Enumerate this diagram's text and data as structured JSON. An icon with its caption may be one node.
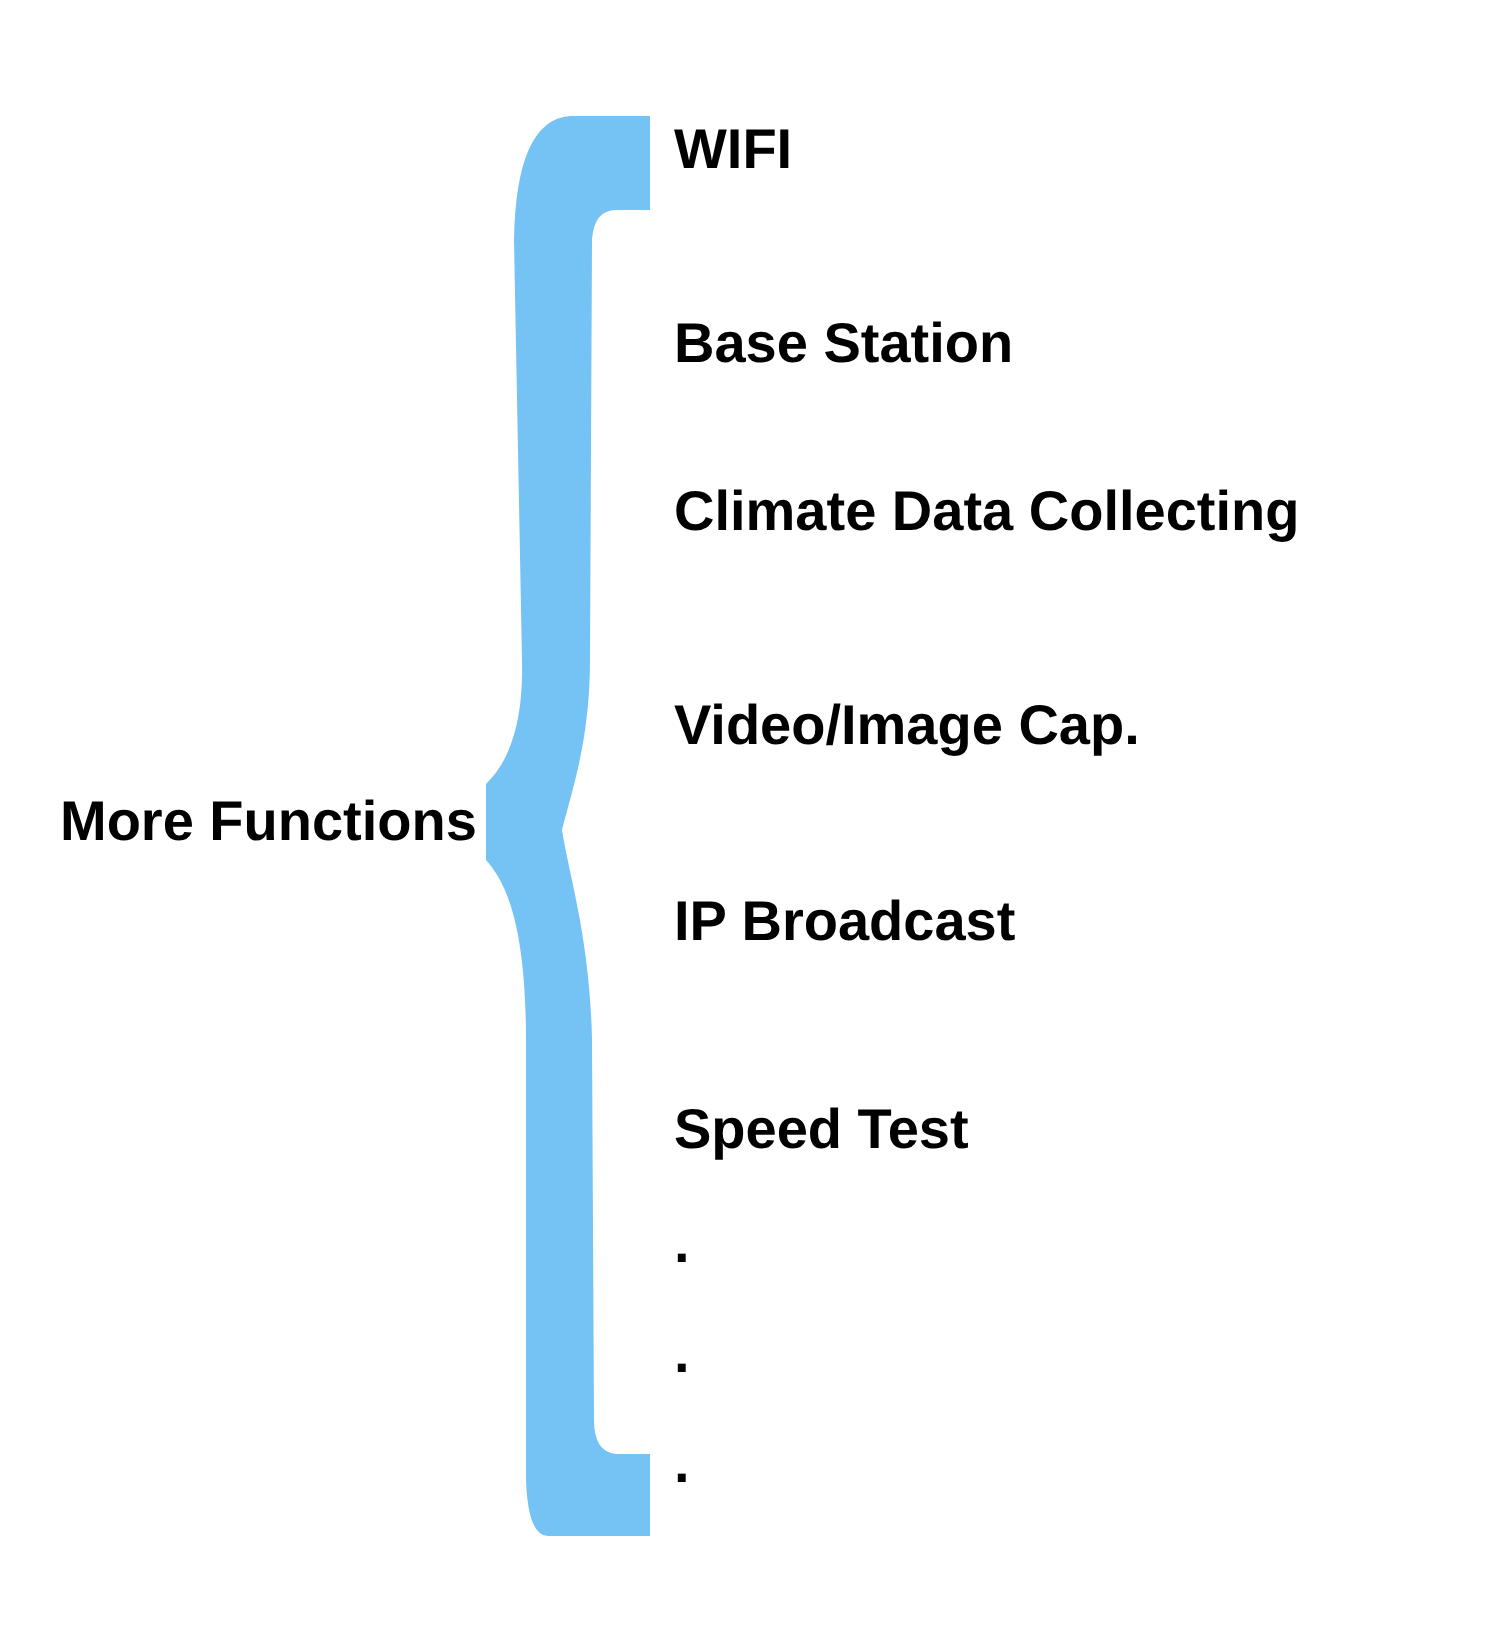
{
  "diagram": {
    "nodes": [
      {
        "text": [],
        "shape": "brace"
      }
    ],
    "labels": [
      "More Functions",
      "WIFI",
      "Base Station",
      "Climate Data Collecting",
      "Video/Image Cap.",
      "IP Broadcast",
      "Speed Test",
      ".",
      ".",
      "."
    ]
  }
}
